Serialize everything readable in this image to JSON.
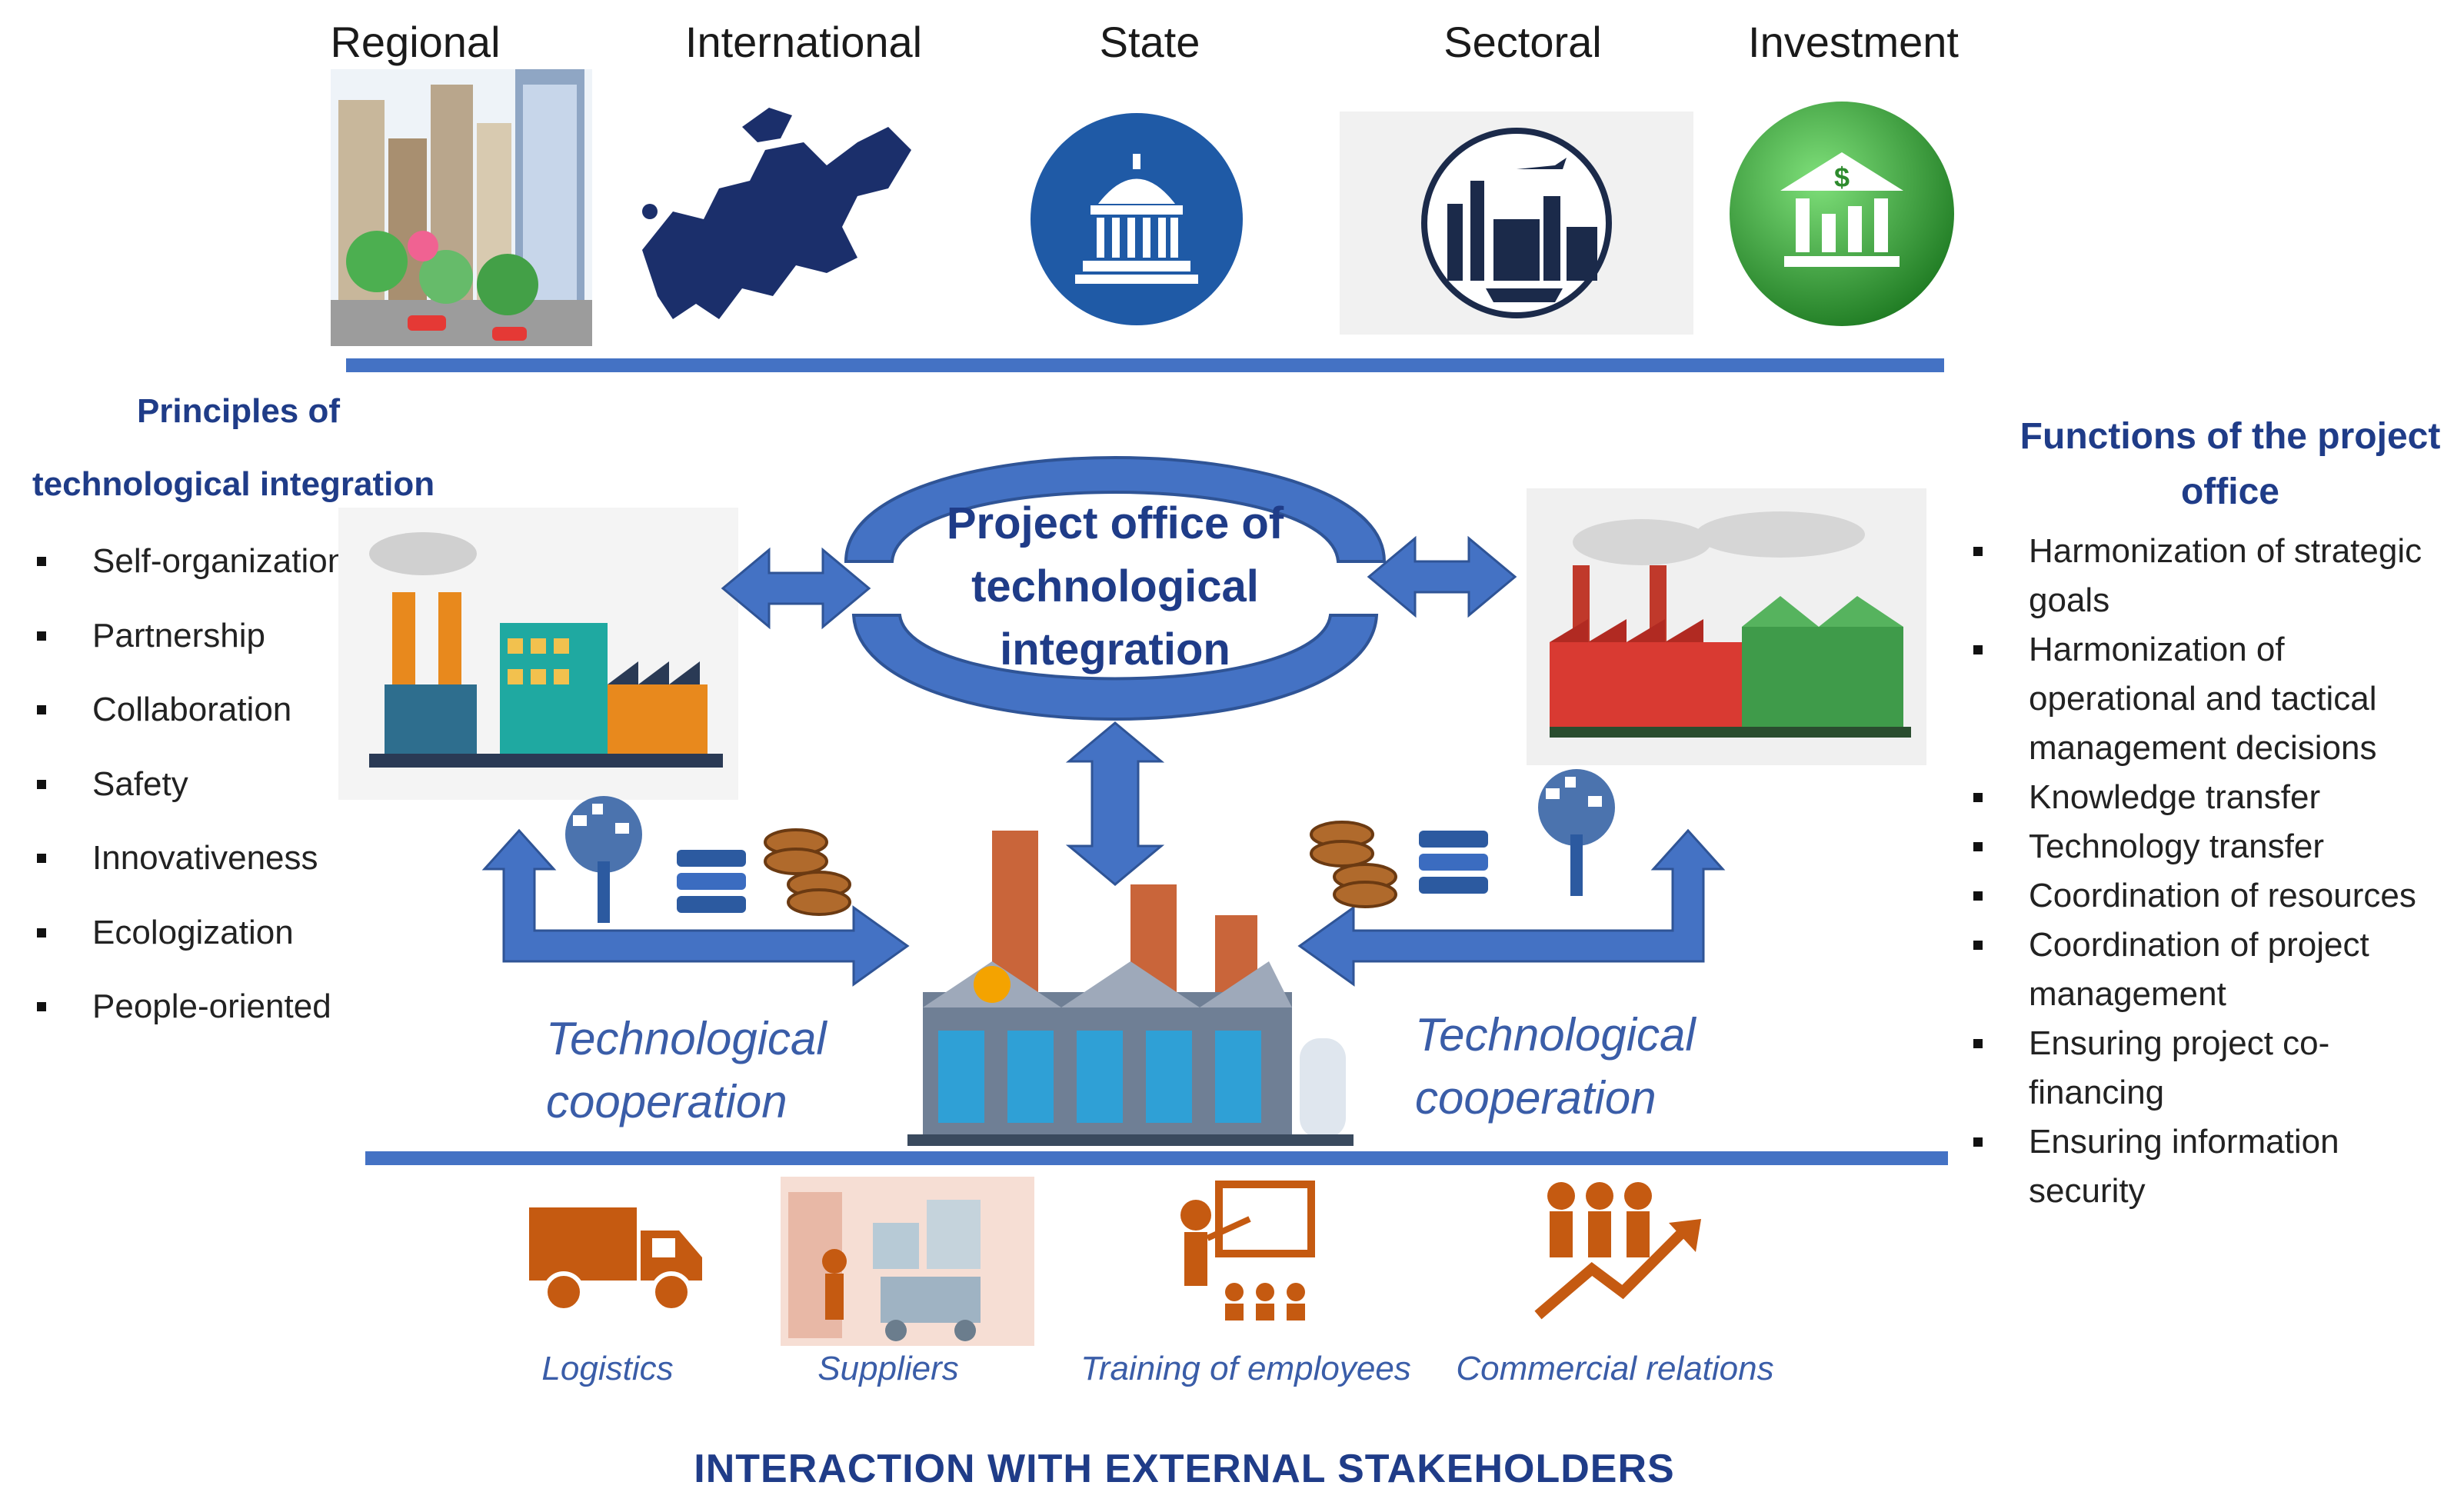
{
  "top_labels": {
    "regional": "Regional",
    "international": "International",
    "state": "State",
    "sectoral": "Sectoral",
    "investment": "Investment"
  },
  "principles": {
    "title_line1": "Principles of",
    "title_line2": "technological integration",
    "items": [
      "Self-organization",
      "Partnership",
      "Collaboration",
      "Safety",
      "Innovativeness",
      "Ecologization",
      "People-oriented"
    ]
  },
  "functions": {
    "title_line1": "Functions of the project",
    "title_line2": "office",
    "items": [
      "Harmonization of strategic goals",
      "Harmonization of operational and tactical management decisions",
      "Knowledge transfer",
      "Technology transfer",
      "Coordination of resources",
      "Coordination of project management",
      "Ensuring project co-financing",
      "Ensuring information security"
    ]
  },
  "center": {
    "line1": "Project office of",
    "line2": "technological",
    "line3": "integration"
  },
  "cooperation": {
    "left_line1": "Technological",
    "left_line2": "cooperation",
    "right_line1": "Technological",
    "right_line2": "cooperation"
  },
  "stakeholders": [
    "Logistics",
    "Suppliers",
    "Training of employees",
    "Commercial relations"
  ],
  "footer": "INTERACTION WITH EXTERNAL STAKEHOLDERS",
  "colors": {
    "accent_blue": "#4472c4",
    "heading_blue": "#1f3c88",
    "orange": "#c55a11",
    "green": "#3aa035"
  },
  "icons": [
    "city-icon",
    "europe-map-icon",
    "capitol-icon",
    "industry-icon",
    "bank-dollar-icon",
    "factory-icon",
    "green-factory-icon",
    "central-factory-icon",
    "tree-tech-icon",
    "books-icon",
    "coins-icon",
    "truck-icon",
    "warehouse-icon",
    "teacher-icon",
    "growth-people-icon"
  ]
}
